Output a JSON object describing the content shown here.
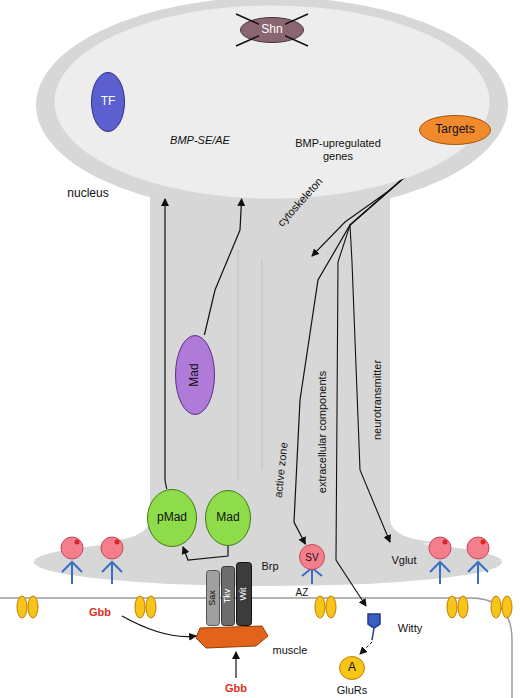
{
  "diagram": {
    "nodes": [
      {
        "text": [
          "nucleus"
        ]
      },
      {
        "text": [
          "Shn"
        ],
        "in": 0
      },
      {
        "text": [
          "TF"
        ],
        "in": 0
      },
      {
        "text": [
          "Targets"
        ]
      },
      {
        "text": [
          "Mad"
        ]
      },
      {
        "text": [
          "pMad"
        ]
      },
      {
        "text": [
          "Mad"
        ]
      },
      {
        "text": [
          "SV"
        ]
      },
      {
        "text": [
          "Sax"
        ]
      },
      {
        "text": [
          "Tkv"
        ]
      },
      {
        "text": [
          "Wit"
        ]
      },
      {
        "text": [
          "A"
        ]
      }
    ],
    "edges": [
      {
        "from": 5,
        "to": 0,
        "arrow": "to"
      },
      {
        "from": 4,
        "to": 0,
        "arrow": "to"
      },
      {
        "from": 6,
        "to": 5,
        "arrow": "to"
      },
      {
        "from": 3,
        "to": 7,
        "arrow": "to"
      }
    ],
    "labels": [
      "BMP-SE/AE",
      "BMP-upregulated genes",
      "cytoskeleton",
      "extracellular components",
      "neurotransmitter",
      "active zone",
      "Brp",
      "AZ",
      "Vglut",
      "Witty",
      "GluRs",
      "Gbb",
      "Gbb",
      "muscle"
    ]
  }
}
